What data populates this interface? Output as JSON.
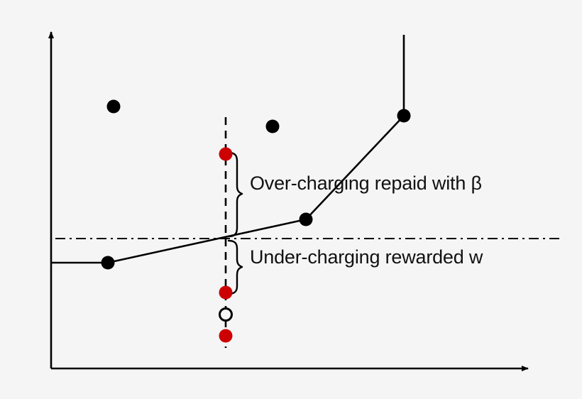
{
  "figure": {
    "background_color": "#f5f5f5",
    "stroke_color": "#000000",
    "marker_red_color": "#cc0000",
    "marker_black_color": "#000000",
    "annotations": {
      "over_charging": "Over-charging repaid with β",
      "under_charging": "Under-charging rewarded w"
    }
  },
  "chart_data": {
    "type": "scatter",
    "title": "",
    "xlabel": "",
    "ylabel": "",
    "grid": false,
    "legend": "none",
    "axes": {
      "x_axis": {
        "x1": 72,
        "y1": 519,
        "x2": 748,
        "y2": 519,
        "arrow": "right"
      },
      "y_axis": {
        "x1": 72,
        "y1": 519,
        "x2": 72,
        "y2": 40,
        "arrow": "up"
      }
    },
    "reference_line": {
      "style": "dash-dot",
      "orientation": "horizontal",
      "y": 336,
      "x_start": 78,
      "x_end": 790
    },
    "vertical_marker_line": {
      "style": "dashed",
      "x": 318,
      "y_start": 165,
      "y_end": 490
    },
    "step_line": {
      "style": "solid",
      "points": [
        {
          "x": 72,
          "y": 370
        },
        {
          "x": 152,
          "y": 370
        },
        {
          "x": 431,
          "y": 309
        },
        {
          "x": 569,
          "y": 163
        },
        {
          "x": 569,
          "y": 49
        }
      ]
    },
    "series": [
      {
        "name": "black-markers",
        "color": "#000000",
        "filled": true,
        "points": [
          {
            "x": 160,
            "y": 150
          },
          {
            "x": 384,
            "y": 178
          },
          {
            "x": 152,
            "y": 370
          },
          {
            "x": 431,
            "y": 309
          },
          {
            "x": 569,
            "y": 163
          }
        ]
      },
      {
        "name": "red-markers",
        "color": "#cc0000",
        "filled": true,
        "points": [
          {
            "x": 318,
            "y": 217
          },
          {
            "x": 318,
            "y": 412
          },
          {
            "x": 318,
            "y": 473
          }
        ]
      },
      {
        "name": "hollow-marker",
        "color": "#000000",
        "filled": false,
        "points": [
          {
            "x": 318,
            "y": 443
          }
        ]
      }
    ],
    "braces": [
      {
        "name": "over-charging-brace",
        "x": 334,
        "y_top": 215,
        "y_bottom": 333
      },
      {
        "name": "under-charging-brace",
        "x": 334,
        "y_top": 339,
        "y_bottom": 414
      }
    ]
  }
}
